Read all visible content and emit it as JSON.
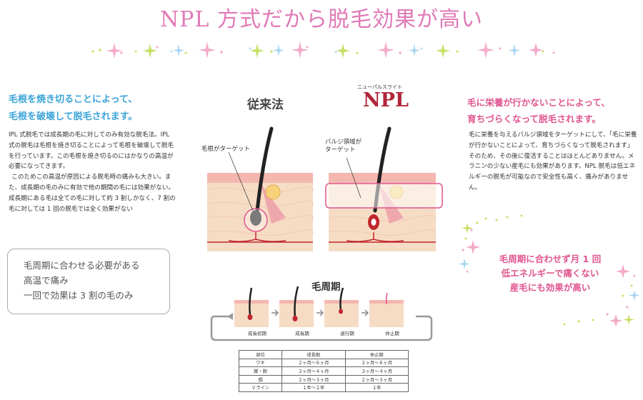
{
  "title": "NPL 方式だから脱毛効果が高い",
  "left": {
    "heading_lines": [
      "毛根を焼き切ることによって、",
      "毛根を破壊して脱毛されます。"
    ],
    "body_paragraphs": [
      "IPL 式脱毛では成長期の毛に対してのみ有効な脱毛法。IPL 式の脱毛は毛根を焼き切ることによって毛根を破壊して脱毛を行っています。この毛根を焼き切るのにはかなりの高温が必要になってきます。",
      "このためこの高温が原因による脱毛時の痛みも大きい。また、成長期の毛のみに有効で他の期間の毛には効果がない。成長期にある毛は全ての毛に対して約 3 割しかなく、7 割の毛に対しては 1 回の脱毛では全く効果がない"
    ],
    "box_lines": [
      "毛周期に合わせる必要がある",
      "高温で痛み",
      "一回で効果は 3 割の毛のみ"
    ]
  },
  "right": {
    "heading_lines": [
      "毛に栄養が行かないことによって、",
      "育ちづらくなって脱毛されます。"
    ],
    "body": "毛に栄養を与えるバルジ領域をターゲットにして、「毛に栄養が行かないことによって、育ちづらくなって脱毛されます」そのため、その後に復活することはほとんどありません。メラニンの少ない産毛にも効果があります。NPL 脱毛は低エネルギーの脱毛が可能なので安全性も高く、痛みがありません。",
    "pink_lines": [
      "毛周期に合わせず月 1 回",
      "低エネルギーで痛くない",
      "産毛にも効果が高い"
    ]
  },
  "diagram": {
    "conventional_label": "従来法",
    "npl_reading": "ニューパルスライト",
    "npl_label": "NPL",
    "conventional_target": "毛根がターゲット",
    "npl_target_lines": [
      "バルジ領域が",
      "ターゲット"
    ]
  },
  "cycle": {
    "title": "毛周期",
    "stages": [
      "成長初期",
      "成長期",
      "退行期",
      "休止期"
    ]
  },
  "hair_table": {
    "headers": [
      "部位",
      "成長期",
      "休止期"
    ],
    "rows": [
      [
        "ワキ",
        "２ヶ月～６ヶ月",
        "２ヶ月～６ヶ月"
      ],
      [
        "脚・腕",
        "３ヶ月～４ヶ月",
        "３ヶ月～４ヶ月"
      ],
      [
        "顔",
        "２ヶ月～３ヶ月",
        "２ヶ月～３ヶ月"
      ],
      [
        "Ｖライン",
        "１年～２年",
        "１年"
      ]
    ]
  },
  "colors": {
    "title_pink": "#e07ab7",
    "left_heading_blue": "#3aa4d8",
    "right_heading_pink": "#e0558f",
    "npl_red": "#b0253a",
    "skin": "#f6dcc4",
    "skin_top": "#f4b7b0",
    "vessel": "#c0272d"
  }
}
